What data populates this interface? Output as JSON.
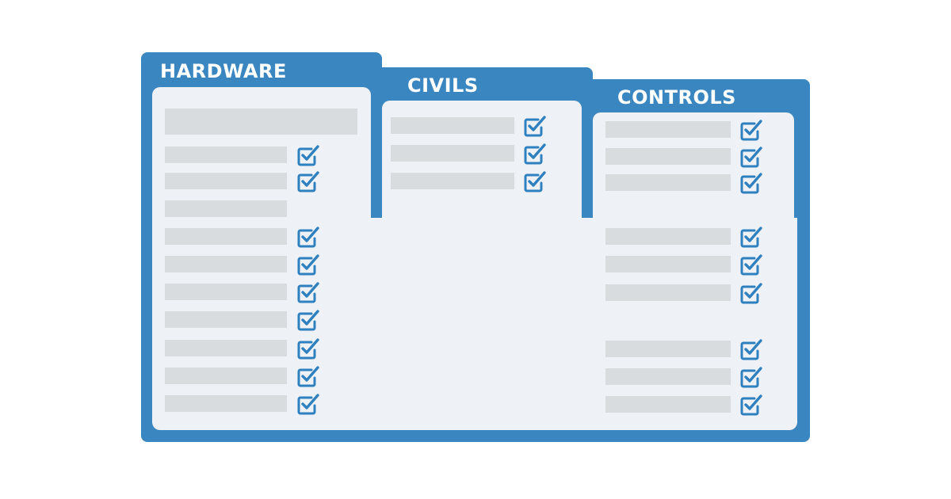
{
  "folders": {
    "hardware": {
      "title": "HARDWARE"
    },
    "civils": {
      "title": "CIVILS"
    },
    "controls": {
      "title": "CONTROLS"
    }
  },
  "rows": {
    "hardware": [
      {
        "checked": false
      },
      {
        "checked": true
      },
      {
        "checked": true
      },
      {
        "checked": false
      },
      {
        "checked": true
      },
      {
        "checked": true
      },
      {
        "checked": true
      },
      {
        "checked": true
      },
      {
        "checked": true
      },
      {
        "checked": true
      },
      {
        "checked": true
      }
    ],
    "civils": [
      {
        "checked": true
      },
      {
        "checked": true
      },
      {
        "checked": true
      }
    ],
    "controls": [
      {
        "checked": true
      },
      {
        "checked": true
      },
      {
        "checked": true
      },
      {
        "checked": true
      },
      {
        "checked": true
      },
      {
        "checked": true
      },
      {
        "checked": true
      },
      {
        "checked": true
      },
      {
        "checked": true
      }
    ]
  },
  "icons": {
    "row_check": "checkbox-checked-icon"
  },
  "colors": {
    "folder_blue": "#3a86c0",
    "panel_bg": "#eef2f6",
    "placeholder_bar": "#d9dcdf",
    "check_blue": "#2f80bf"
  }
}
